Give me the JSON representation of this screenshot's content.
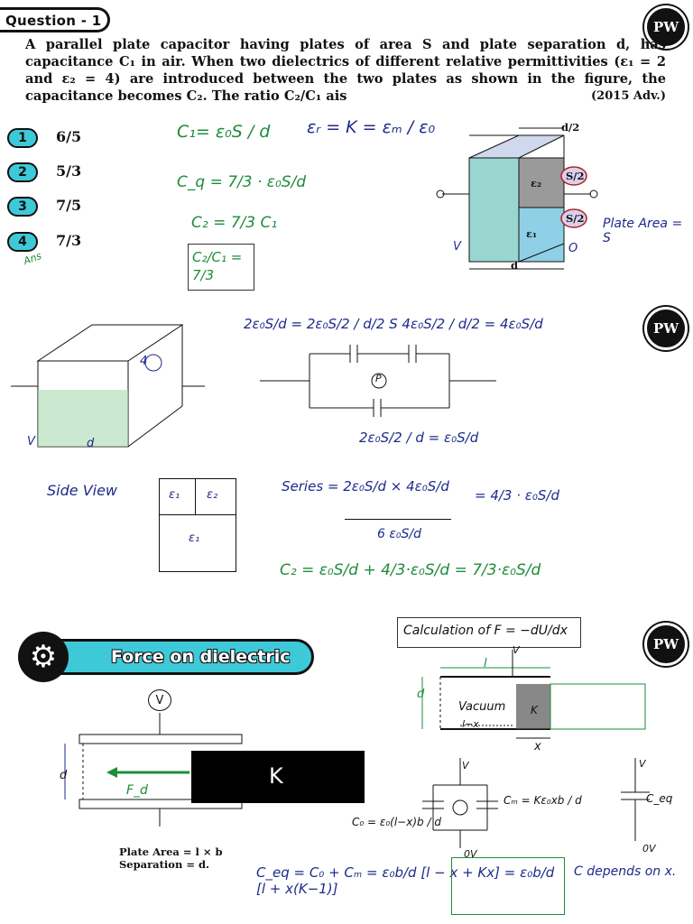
{
  "header": {
    "badge": "Question - 1",
    "logo": "PW"
  },
  "question": {
    "text": "A parallel plate capacitor having plates of area S and plate separation d, has capacitance C₁ in air. When two dielectrics of different relative permittivities (ε₁ = 2 and ε₂ = 4) are introduced between the two plates as shown in the figure, the capacitance becomes C₂. The ratio C₂/C₁ ais",
    "source": "(2015 Adv.)"
  },
  "options": [
    {
      "num": "1",
      "text": "6/5"
    },
    {
      "num": "2",
      "text": "5/3"
    },
    {
      "num": "3",
      "text": "7/5"
    },
    {
      "num": "4",
      "text": "7/3"
    }
  ],
  "handwriting": {
    "ans": "Ans",
    "c1": "C₁= ε₀S / d",
    "er": "εᵣ = K = εₘ / ε₀",
    "cq": "C_q = 7/3 · ε₀S/d",
    "c2": "C₂ = 7/3 C₁",
    "ratio": "C₂/C₁ = 7/3",
    "plate_area": "Plate Area = S",
    "top_eq": "2ε₀S/d = 2ε₀S/2 / d/2   S   4ε₀S/2 / d/2 = 4ε₀S/d",
    "bottom_eq": "2ε₀S/2 / d = ε₀S/d",
    "side_view": "Side View",
    "series_top": "Series = 2ε₀S/d × 4ε₀S/d",
    "series_den": "6 ε₀S/d",
    "series_res": "= 4/3 · ε₀S/d",
    "c2_final": "C₂ = ε₀S/d + 4/3·ε₀S/d = 7/3·ε₀S/d",
    "calc_title": "Calculation of F = −dU/dx",
    "vacuum": "Vacuum",
    "l_minus_x": "l−x",
    "k": "K",
    "d": "d",
    "l": "l",
    "x": "x",
    "co_label": "C₀ = ε₀(l−x)b / d",
    "cm_label": "Cₘ = Kε₀xb / d",
    "ceq": "C_eq",
    "v": "V",
    "ov": "0V",
    "ceq_final": "C_eq = C₀ + Cₘ = ε₀b/d [l − x + Kx] = ε₀b/d [l + x(K−1)]",
    "depends": "C depends on x.",
    "fd": "F_d"
  },
  "figure_labels": {
    "d2": "d/2",
    "s2a": "S/2",
    "s2b": "S/2",
    "e2": "ε₂",
    "e1": "ε₁",
    "v": "V",
    "o": "O",
    "d": "d",
    "four": "4",
    "p": "P",
    "sv_e1": "ε₁",
    "sv_e2": "ε₂",
    "sv_e1b": "ε₁"
  },
  "force": {
    "banner": "Force on dielectric",
    "k": "K",
    "plate_area": "Plate Area = l × b",
    "separation": "Separation = d.",
    "v": "V",
    "d": "d"
  }
}
